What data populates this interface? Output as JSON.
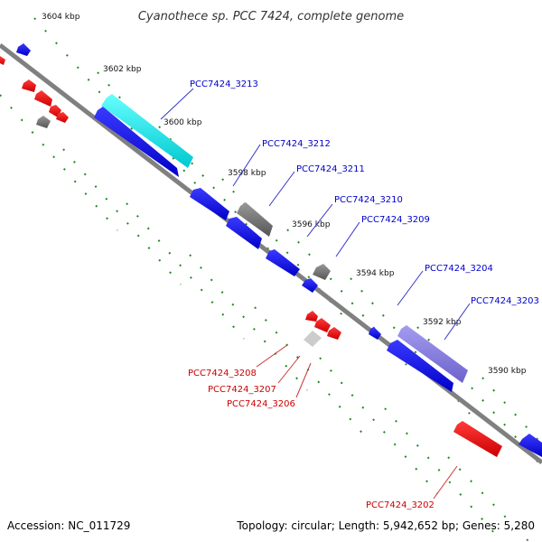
{
  "title": "Cyanothece sp. PCC 7424, complete genome",
  "footer": {
    "accession": "Accession: NC_011729",
    "summary": "Topology: circular; Length: 5,942,652 bp; Genes: 5,280"
  },
  "ticks": [
    "3604 kbp",
    "3602 kbp",
    "3600 kbp",
    "3598 kbp",
    "3596 kbp",
    "3594 kbp",
    "3592 kbp",
    "3590 kbp"
  ],
  "genes_forward": [
    "PCC7424_3213",
    "PCC7424_3212",
    "PCC7424_3211",
    "PCC7424_3210",
    "PCC7424_3209",
    "PCC7424_3204",
    "PCC7424_3203"
  ],
  "genes_reverse": [
    "PCC7424_3208",
    "PCC7424_3207",
    "PCC7424_3206",
    "PCC7424_3202"
  ],
  "colors": {
    "backbone": "#808080",
    "forward_cds": "#0000ee",
    "reverse_cds": "#ee0000",
    "highlight": "#00d8d8",
    "other_feature": "#777777",
    "pale_feature": "#9088dd",
    "tick_dots": "#228822"
  }
}
